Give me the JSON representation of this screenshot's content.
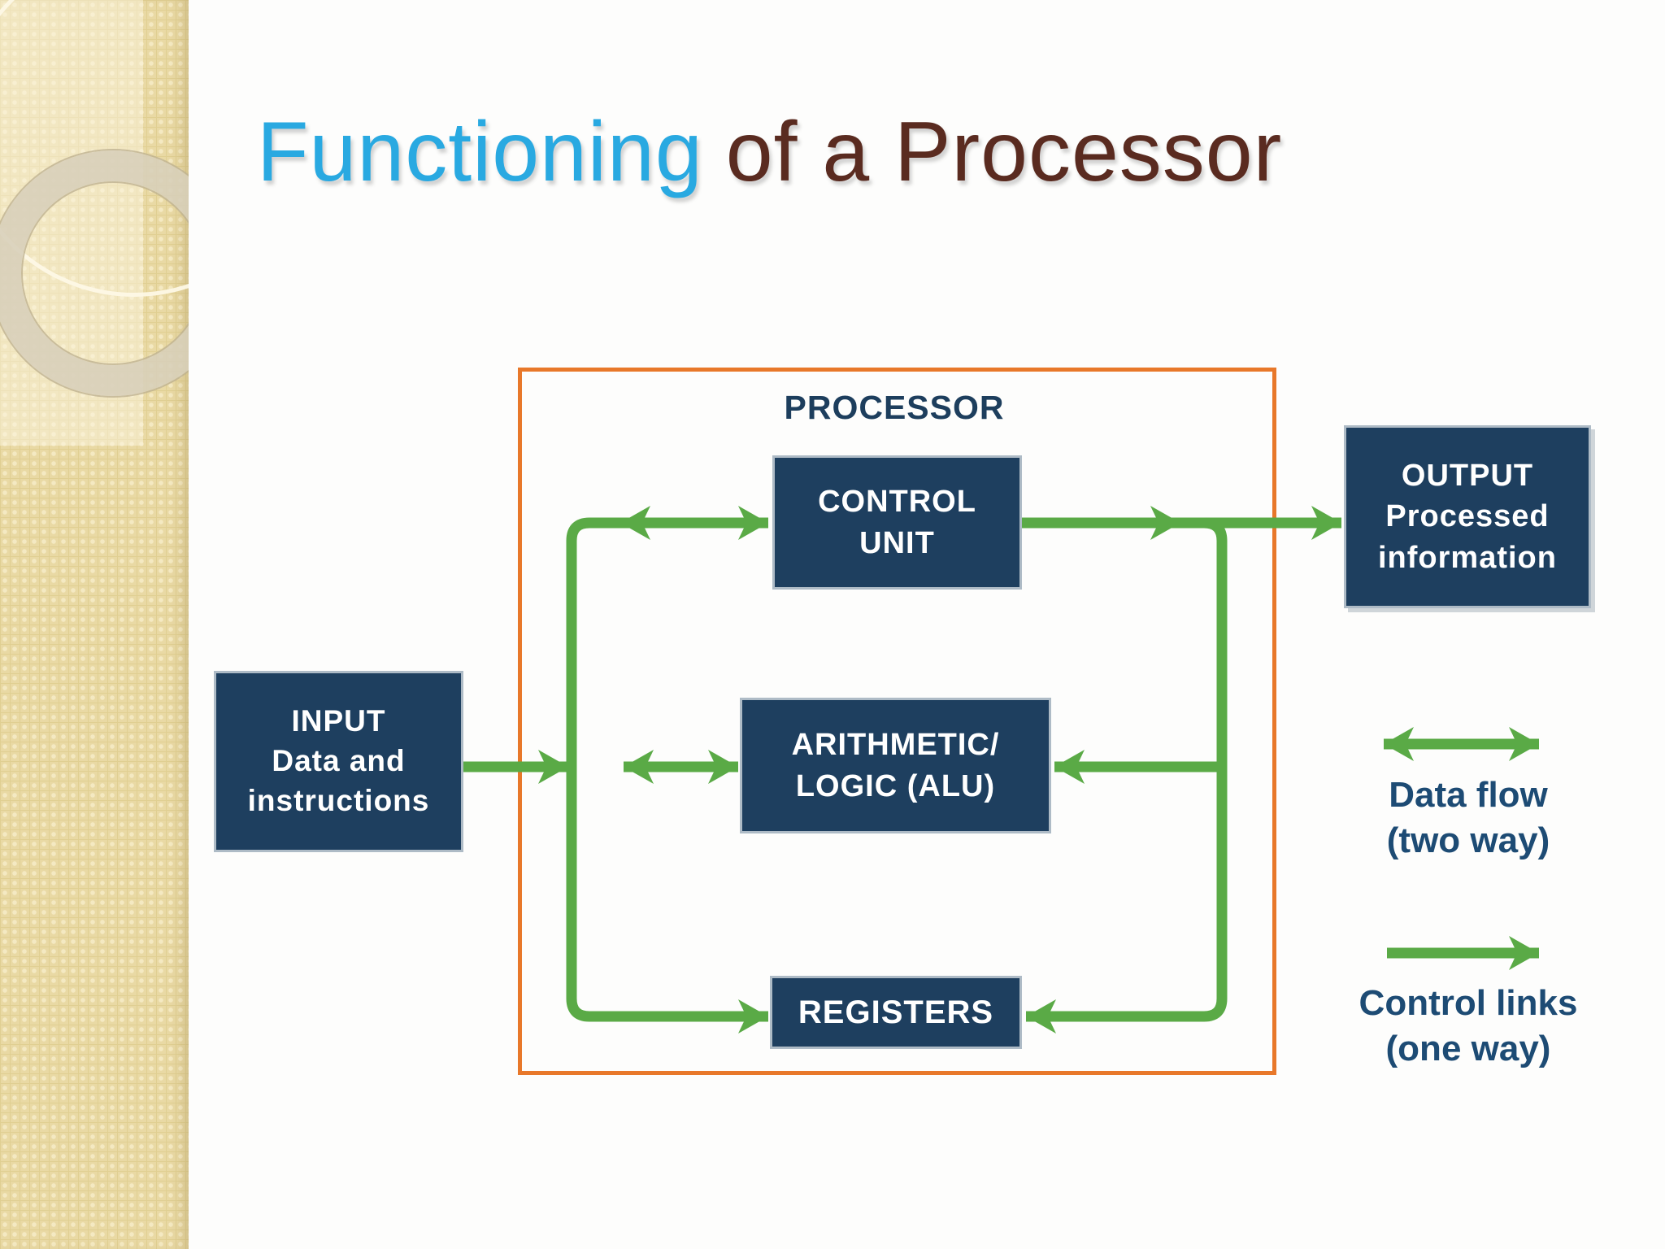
{
  "title": {
    "part1": "Functioning",
    "part2": "of a Processor"
  },
  "diagram": {
    "processor_label": "PROCESSOR",
    "boxes": {
      "input": {
        "lines": [
          "INPUT",
          "Data and",
          "instructions"
        ]
      },
      "control_unit": {
        "lines": [
          "CONTROL",
          "UNIT"
        ]
      },
      "alu": {
        "lines": [
          "ARITHMETIC/",
          "LOGIC (ALU)"
        ]
      },
      "registers": {
        "lines": [
          "REGISTERS"
        ]
      },
      "output": {
        "lines": [
          "OUTPUT",
          "Processed",
          "information"
        ]
      }
    },
    "legend": {
      "data_flow": {
        "lines": [
          "Data flow",
          "(two way)"
        ]
      },
      "control_links": {
        "lines": [
          "Control links",
          "(one way)"
        ]
      }
    }
  },
  "colors": {
    "arrow_green": "#5aaa46",
    "processor_border_orange": "#e8782a",
    "box_navy": "#1e3f5f",
    "title_blue": "#29a9e1",
    "title_brown": "#5a2b20",
    "label_navy": "#1d4b74",
    "sidebar_beige": "#e9d9a4"
  }
}
